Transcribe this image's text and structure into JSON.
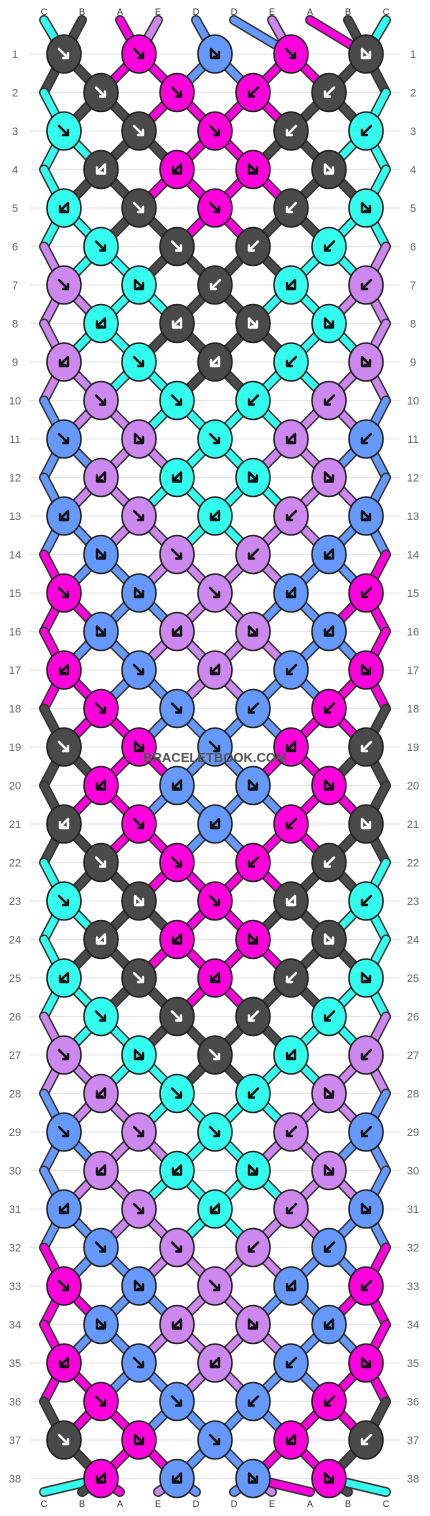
{
  "watermark": "BRACELETBOOK.COM",
  "strand_labels_top": [
    "C",
    "B",
    "A",
    "E",
    "D",
    "D",
    "E",
    "A",
    "B",
    "C"
  ],
  "strand_labels_bottom": [
    "C",
    "B",
    "A",
    "E",
    "D",
    "D",
    "E",
    "A",
    "B",
    "C"
  ],
  "colors": {
    "A": "#ff00dd",
    "B": "#4a4a4a",
    "C": "#33ffee",
    "D": "#6699ff",
    "E": "#cc88ee"
  },
  "row_numbers": [
    "1",
    "2",
    "3",
    "4",
    "5",
    "6",
    "7",
    "8",
    "9",
    "10",
    "11",
    "12",
    "13",
    "14",
    "15",
    "16",
    "17",
    "18",
    "19",
    "20",
    "21",
    "22",
    "23",
    "24",
    "25",
    "26",
    "27",
    "28",
    "29",
    "30",
    "31",
    "32",
    "33",
    "34",
    "35",
    "36",
    "37",
    "38"
  ],
  "knot_rows": [
    {
      "row": 1,
      "knots": [
        {
          "c": "B",
          "d": "br"
        },
        {
          "c": "A",
          "d": "br"
        },
        {
          "c": "D",
          "d": "r"
        },
        {
          "c": "A",
          "d": "br"
        },
        {
          "c": "B",
          "d": "r"
        }
      ]
    },
    {
      "row": 2,
      "knots": [
        {
          "c": "B",
          "d": "br"
        },
        {
          "c": "A",
          "d": "br"
        },
        {
          "c": "A",
          "d": "bl"
        },
        {
          "c": "B",
          "d": "bl"
        }
      ]
    },
    {
      "row": 3,
      "knots": [
        {
          "c": "C",
          "d": "br"
        },
        {
          "c": "B",
          "d": "br"
        },
        {
          "c": "A",
          "d": "br"
        },
        {
          "c": "B",
          "d": "bl"
        },
        {
          "c": "C",
          "d": "bl"
        }
      ]
    },
    {
      "row": 4,
      "knots": [
        {
          "c": "B",
          "d": "l"
        },
        {
          "c": "A",
          "d": "l"
        },
        {
          "c": "A",
          "d": "r"
        },
        {
          "c": "B",
          "d": "r"
        }
      ]
    },
    {
      "row": 5,
      "knots": [
        {
          "c": "C",
          "d": "l"
        },
        {
          "c": "B",
          "d": "br"
        },
        {
          "c": "A",
          "d": "br"
        },
        {
          "c": "B",
          "d": "bl"
        },
        {
          "c": "C",
          "d": "r"
        }
      ]
    },
    {
      "row": 6,
      "knots": [
        {
          "c": "C",
          "d": "br"
        },
        {
          "c": "B",
          "d": "br"
        },
        {
          "c": "B",
          "d": "bl"
        },
        {
          "c": "C",
          "d": "bl"
        }
      ]
    },
    {
      "row": 7,
      "knots": [
        {
          "c": "E",
          "d": "br"
        },
        {
          "c": "C",
          "d": "r"
        },
        {
          "c": "B",
          "d": "bl"
        },
        {
          "c": "C",
          "d": "l"
        },
        {
          "c": "E",
          "d": "bl"
        }
      ]
    },
    {
      "row": 8,
      "knots": [
        {
          "c": "C",
          "d": "l"
        },
        {
          "c": "B",
          "d": "l"
        },
        {
          "c": "B",
          "d": "r"
        },
        {
          "c": "C",
          "d": "r"
        }
      ]
    },
    {
      "row": 9,
      "knots": [
        {
          "c": "E",
          "d": "l"
        },
        {
          "c": "C",
          "d": "br"
        },
        {
          "c": "B",
          "d": "l"
        },
        {
          "c": "C",
          "d": "bl"
        },
        {
          "c": "E",
          "d": "r"
        }
      ]
    },
    {
      "row": 10,
      "knots": [
        {
          "c": "E",
          "d": "br"
        },
        {
          "c": "C",
          "d": "br"
        },
        {
          "c": "C",
          "d": "bl"
        },
        {
          "c": "E",
          "d": "bl"
        }
      ]
    },
    {
      "row": 11,
      "knots": [
        {
          "c": "D",
          "d": "br"
        },
        {
          "c": "E",
          "d": "r"
        },
        {
          "c": "C",
          "d": "br"
        },
        {
          "c": "E",
          "d": "l"
        },
        {
          "c": "D",
          "d": "bl"
        }
      ]
    },
    {
      "row": 12,
      "knots": [
        {
          "c": "E",
          "d": "l"
        },
        {
          "c": "C",
          "d": "l"
        },
        {
          "c": "C",
          "d": "r"
        },
        {
          "c": "E",
          "d": "r"
        }
      ]
    },
    {
      "row": 13,
      "knots": [
        {
          "c": "D",
          "d": "l"
        },
        {
          "c": "E",
          "d": "br"
        },
        {
          "c": "C",
          "d": "l"
        },
        {
          "c": "E",
          "d": "bl"
        },
        {
          "c": "D",
          "d": "r"
        }
      ]
    },
    {
      "row": 14,
      "knots": [
        {
          "c": "D",
          "d": "r"
        },
        {
          "c": "E",
          "d": "br"
        },
        {
          "c": "E",
          "d": "bl"
        },
        {
          "c": "D",
          "d": "l"
        }
      ]
    },
    {
      "row": 15,
      "knots": [
        {
          "c": "A",
          "d": "br"
        },
        {
          "c": "D",
          "d": "r"
        },
        {
          "c": "E",
          "d": "br"
        },
        {
          "c": "D",
          "d": "l"
        },
        {
          "c": "A",
          "d": "bl"
        }
      ]
    },
    {
      "row": 16,
      "knots": [
        {
          "c": "D",
          "d": "r"
        },
        {
          "c": "E",
          "d": "l"
        },
        {
          "c": "E",
          "d": "r"
        },
        {
          "c": "D",
          "d": "l"
        }
      ]
    },
    {
      "row": 17,
      "knots": [
        {
          "c": "A",
          "d": "l"
        },
        {
          "c": "D",
          "d": "br"
        },
        {
          "c": "E",
          "d": "l"
        },
        {
          "c": "D",
          "d": "bl"
        },
        {
          "c": "A",
          "d": "r"
        }
      ]
    },
    {
      "row": 18,
      "knots": [
        {
          "c": "A",
          "d": "br"
        },
        {
          "c": "D",
          "d": "br"
        },
        {
          "c": "D",
          "d": "bl"
        },
        {
          "c": "A",
          "d": "bl"
        }
      ]
    },
    {
      "row": 19,
      "knots": [
        {
          "c": "B",
          "d": "br"
        },
        {
          "c": "A",
          "d": "r"
        },
        {
          "c": "D",
          "d": "br"
        },
        {
          "c": "A",
          "d": "l"
        },
        {
          "c": "B",
          "d": "bl"
        }
      ]
    },
    {
      "row": 20,
      "knots": [
        {
          "c": "A",
          "d": "l"
        },
        {
          "c": "D",
          "d": "l"
        },
        {
          "c": "D",
          "d": "r"
        },
        {
          "c": "A",
          "d": "r"
        }
      ]
    },
    {
      "row": 21,
      "knots": [
        {
          "c": "B",
          "d": "l"
        },
        {
          "c": "A",
          "d": "br"
        },
        {
          "c": "D",
          "d": "l"
        },
        {
          "c": "A",
          "d": "bl"
        },
        {
          "c": "B",
          "d": "r"
        }
      ]
    },
    {
      "row": 22,
      "knots": [
        {
          "c": "B",
          "d": "br"
        },
        {
          "c": "A",
          "d": "br"
        },
        {
          "c": "A",
          "d": "bl"
        },
        {
          "c": "B",
          "d": "bl"
        }
      ]
    },
    {
      "row": 23,
      "knots": [
        {
          "c": "C",
          "d": "br"
        },
        {
          "c": "B",
          "d": "r"
        },
        {
          "c": "A",
          "d": "br"
        },
        {
          "c": "B",
          "d": "l"
        },
        {
          "c": "C",
          "d": "bl"
        }
      ]
    },
    {
      "row": 24,
      "knots": [
        {
          "c": "B",
          "d": "l"
        },
        {
          "c": "A",
          "d": "l"
        },
        {
          "c": "A",
          "d": "r"
        },
        {
          "c": "B",
          "d": "r"
        }
      ]
    },
    {
      "row": 25,
      "knots": [
        {
          "c": "C",
          "d": "l"
        },
        {
          "c": "B",
          "d": "br"
        },
        {
          "c": "A",
          "d": "l"
        },
        {
          "c": "B",
          "d": "bl"
        },
        {
          "c": "C",
          "d": "r"
        }
      ]
    },
    {
      "row": 26,
      "knots": [
        {
          "c": "C",
          "d": "br"
        },
        {
          "c": "B",
          "d": "br"
        },
        {
          "c": "B",
          "d": "bl"
        },
        {
          "c": "C",
          "d": "bl"
        }
      ]
    },
    {
      "row": 27,
      "knots": [
        {
          "c": "E",
          "d": "br"
        },
        {
          "c": "C",
          "d": "r"
        },
        {
          "c": "B",
          "d": "br"
        },
        {
          "c": "C",
          "d": "l"
        },
        {
          "c": "E",
          "d": "bl"
        }
      ]
    },
    {
      "row": 28,
      "knots": [
        {
          "c": "E",
          "d": "l"
        },
        {
          "c": "C",
          "d": "br"
        },
        {
          "c": "C",
          "d": "bl"
        },
        {
          "c": "E",
          "d": "r"
        }
      ]
    },
    {
      "row": 29,
      "knots": [
        {
          "c": "D",
          "d": "br"
        },
        {
          "c": "E",
          "d": "br"
        },
        {
          "c": "C",
          "d": "br"
        },
        {
          "c": "E",
          "d": "bl"
        },
        {
          "c": "D",
          "d": "bl"
        }
      ]
    },
    {
      "row": 30,
      "knots": [
        {
          "c": "E",
          "d": "l"
        },
        {
          "c": "C",
          "d": "l"
        },
        {
          "c": "C",
          "d": "r"
        },
        {
          "c": "E",
          "d": "r"
        }
      ]
    },
    {
      "row": 31,
      "knots": [
        {
          "c": "D",
          "d": "l"
        },
        {
          "c": "E",
          "d": "br"
        },
        {
          "c": "C",
          "d": "l"
        },
        {
          "c": "E",
          "d": "bl"
        },
        {
          "c": "D",
          "d": "r"
        }
      ]
    },
    {
      "row": 32,
      "knots": [
        {
          "c": "D",
          "d": "br"
        },
        {
          "c": "E",
          "d": "br"
        },
        {
          "c": "E",
          "d": "bl"
        },
        {
          "c": "D",
          "d": "bl"
        }
      ]
    },
    {
      "row": 33,
      "knots": [
        {
          "c": "A",
          "d": "br"
        },
        {
          "c": "D",
          "d": "r"
        },
        {
          "c": "E",
          "d": "br"
        },
        {
          "c": "D",
          "d": "l"
        },
        {
          "c": "A",
          "d": "bl"
        }
      ]
    },
    {
      "row": 34,
      "knots": [
        {
          "c": "D",
          "d": "r"
        },
        {
          "c": "E",
          "d": "l"
        },
        {
          "c": "E",
          "d": "r"
        },
        {
          "c": "D",
          "d": "l"
        }
      ]
    },
    {
      "row": 35,
      "knots": [
        {
          "c": "A",
          "d": "l"
        },
        {
          "c": "D",
          "d": "br"
        },
        {
          "c": "E",
          "d": "l"
        },
        {
          "c": "D",
          "d": "bl"
        },
        {
          "c": "A",
          "d": "r"
        }
      ]
    },
    {
      "row": 36,
      "knots": [
        {
          "c": "A",
          "d": "br"
        },
        {
          "c": "D",
          "d": "br"
        },
        {
          "c": "D",
          "d": "bl"
        },
        {
          "c": "A",
          "d": "bl"
        }
      ]
    },
    {
      "row": 37,
      "knots": [
        {
          "c": "B",
          "d": "br"
        },
        {
          "c": "A",
          "d": "r"
        },
        {
          "c": "D",
          "d": "br"
        },
        {
          "c": "A",
          "d": "l"
        },
        {
          "c": "B",
          "d": "bl"
        }
      ]
    },
    {
      "row": 38,
      "knots": [
        {
          "c": "A",
          "d": "l"
        },
        {
          "c": "D",
          "d": "l"
        },
        {
          "c": "D",
          "d": "r"
        },
        {
          "c": "A",
          "d": "r"
        }
      ]
    }
  ]
}
